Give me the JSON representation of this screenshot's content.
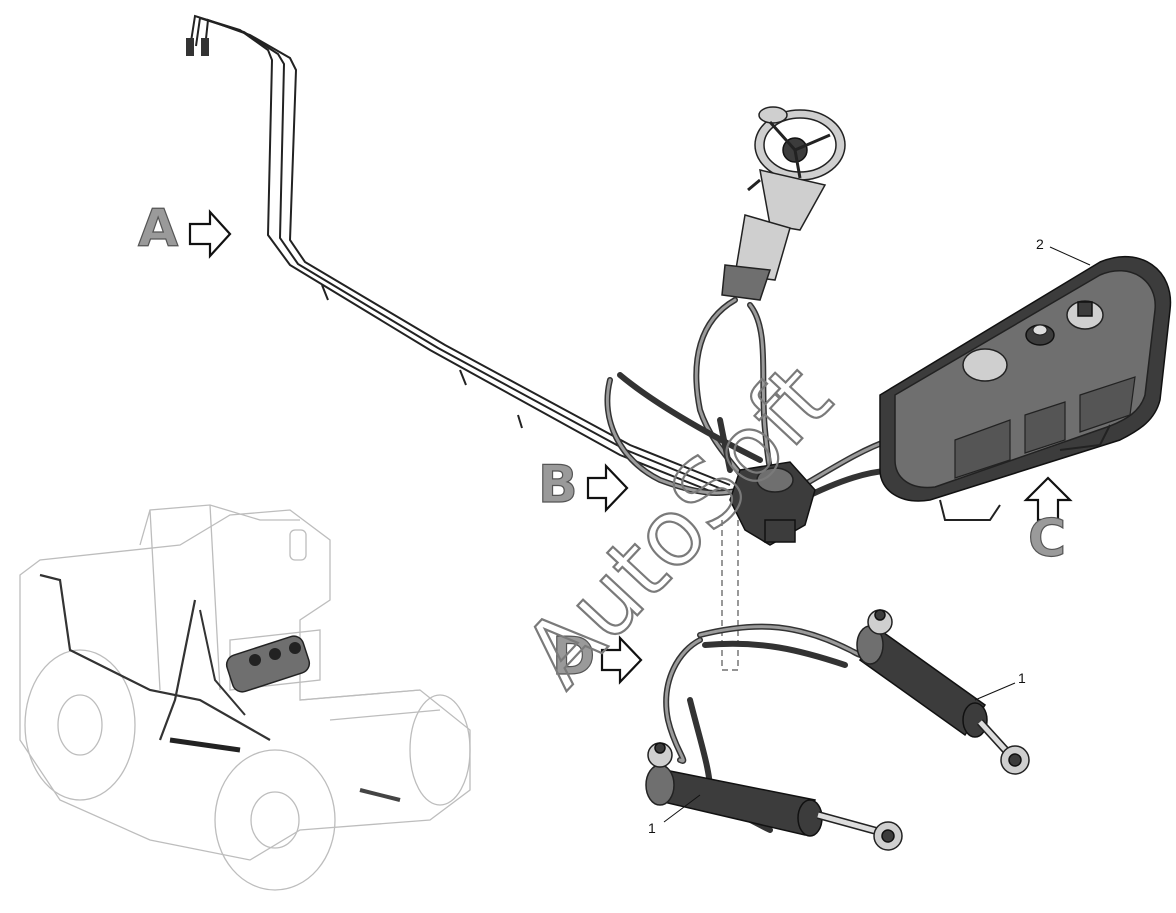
{
  "view_labels": {
    "a": "A",
    "b": "B",
    "c": "C",
    "d": "D"
  },
  "callouts": {
    "steering_cylinder_1": "1",
    "steering_cylinder_2": "1",
    "oil_tank": "2"
  },
  "watermark": "AutoSoft",
  "colors": {
    "line": "#222222",
    "letter_fill": "#9a9a9a",
    "watermark_stroke": "#7a7a7a",
    "ghost_tractor": "#bdbdbd"
  }
}
